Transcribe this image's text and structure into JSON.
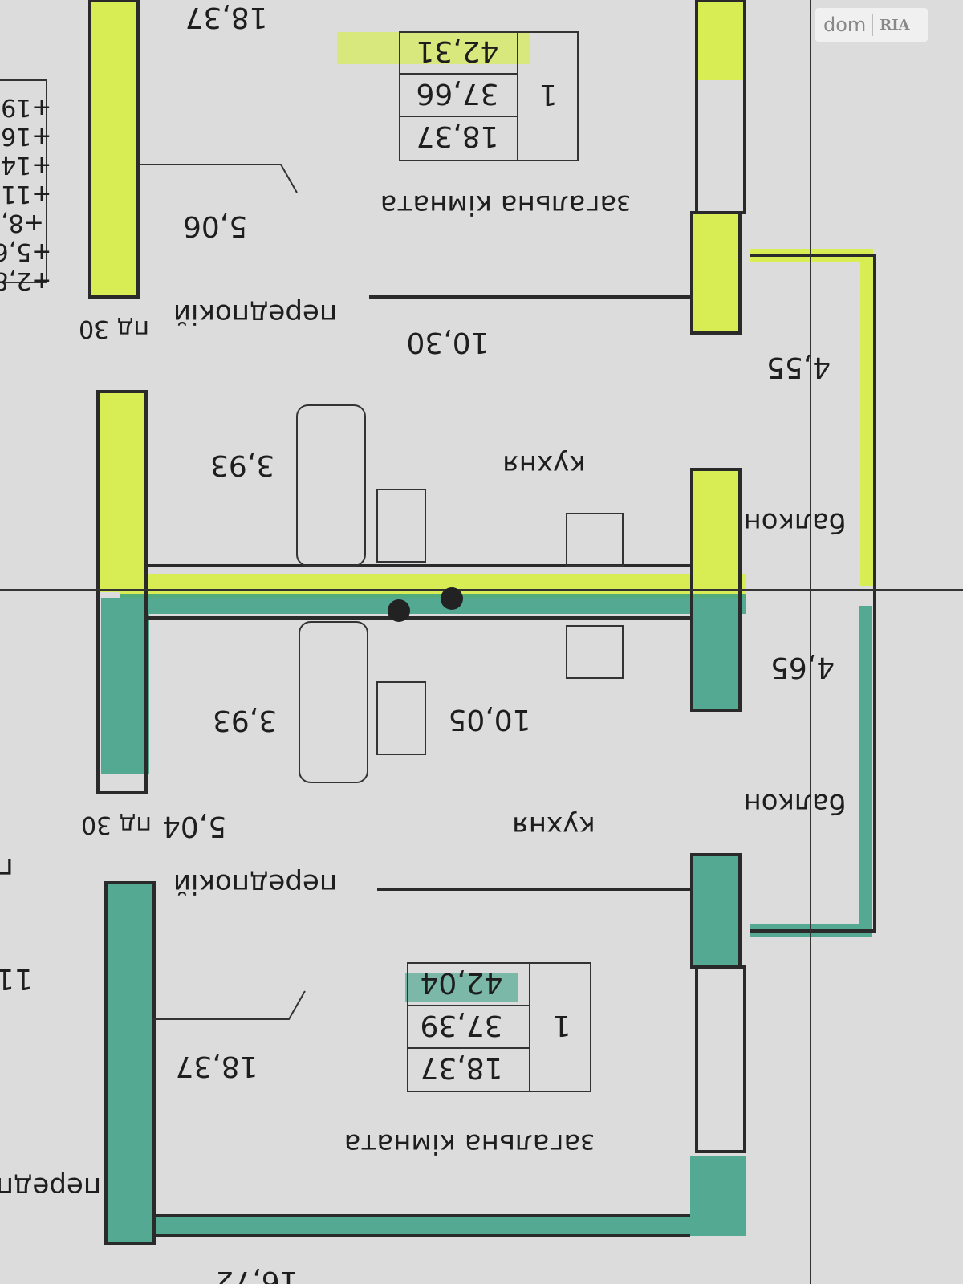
{
  "colors": {
    "paper": "#dcdcdc",
    "line": "#2a2a2a",
    "highlight_upper": "#d7ef3c",
    "highlight_lower": "#3aa083"
  },
  "watermark": {
    "brand": "dom",
    "sub": "RIA"
  },
  "upper_apartment": {
    "living_room_label": "загальна кімната",
    "living_room_area": "18,37",
    "table": {
      "rooms": "1",
      "total": "42,31",
      "living": "37,66",
      "room": "18,37"
    },
    "hall_label": "передпокій",
    "hall_area": "5,06",
    "kitchen_label": "кухня",
    "kitchen_area": "10,30",
    "bath_area": "3,93",
    "balcony_label": "балкон",
    "balcony_area": "4,55",
    "duct": "пд 30"
  },
  "lower_apartment": {
    "living_room_label": "загальна кімната",
    "living_room_area": "18,37",
    "table": {
      "rooms": "1",
      "total": "42,04",
      "living": "37,39",
      "room": "18,37"
    },
    "hall_label": "передпокій",
    "hall_area": "5,04",
    "kitchen_label": "кухня",
    "kitchen_area": "10,05",
    "bath_area": "3,93",
    "balcony_label": "балкон",
    "balcony_area": "4,65",
    "duct": "пд 30"
  },
  "fragments": {
    "bottom_area": "16,72",
    "left_hall": "передпо",
    "left_num": "11",
    "left_p": "п"
  },
  "elevations": [
    "+19,",
    "+16,",
    "+14,",
    "+11,",
    "+8,",
    "+5,6",
    "+2,8"
  ]
}
